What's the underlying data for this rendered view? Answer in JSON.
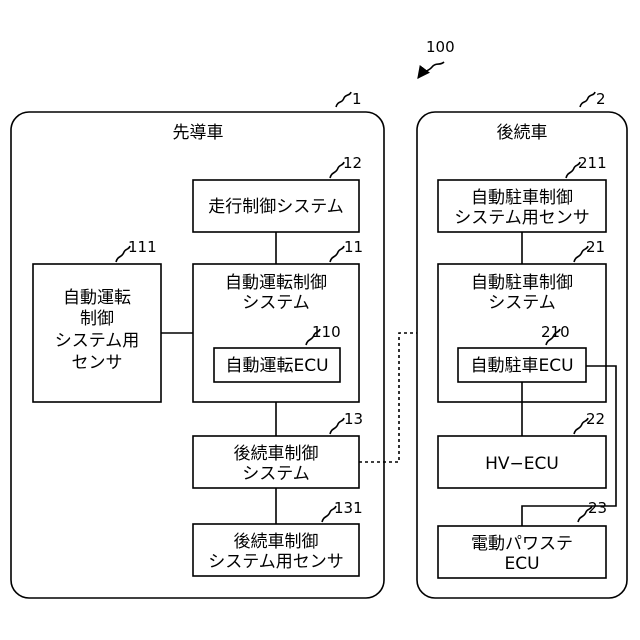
{
  "system_ref": "100",
  "lead_vehicle": {
    "ref": "1",
    "title": "先導車",
    "travel_control": {
      "ref": "12",
      "label": "走行制御システム"
    },
    "auto_drive_control": {
      "ref": "11",
      "line1": "自動運転制御",
      "line2": "システム"
    },
    "auto_drive_ecu": {
      "ref": "110",
      "label": "自動運転ECU"
    },
    "auto_drive_sensor": {
      "ref": "111",
      "line1": "自動運転",
      "line2": "制御",
      "line3": "システム用",
      "line4": "センサ"
    },
    "follower_control": {
      "ref": "13",
      "line1": "後続車制御",
      "line2": "システム"
    },
    "follower_sensor": {
      "ref": "131",
      "line1": "後続車制御",
      "line2": "システム用センサ"
    }
  },
  "follower_vehicle": {
    "ref": "2",
    "title": "後続車",
    "parking_sensor": {
      "ref": "211",
      "line1": "自動駐車制御",
      "line2": "システム用センサ"
    },
    "parking_control": {
      "ref": "21",
      "line1": "自動駐車制御",
      "line2": "システム"
    },
    "parking_ecu": {
      "ref": "210",
      "label": "自動駐車ECU"
    },
    "hv_ecu": {
      "ref": "22",
      "label": "HV−ECU"
    },
    "eps_ecu": {
      "ref": "23",
      "line1": "電動パワステ",
      "line2": "ECU"
    }
  }
}
